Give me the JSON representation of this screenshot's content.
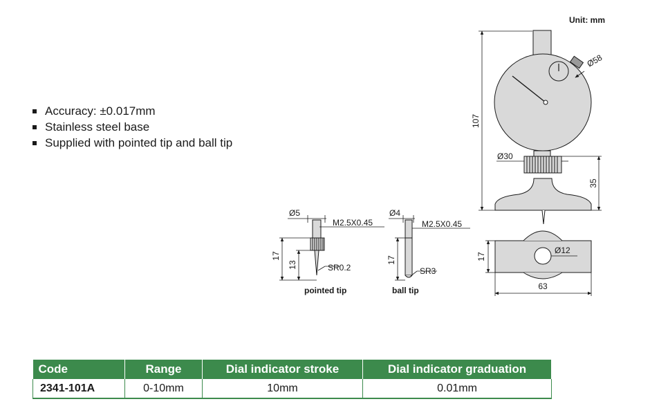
{
  "unit_label": "Unit: mm",
  "features": [
    "Accuracy: ±0.017mm",
    "Stainless steel base",
    "Supplied with pointed tip and ball tip"
  ],
  "drawing": {
    "main": {
      "height_107": "107",
      "dial_dia": "Ø58",
      "stem_dia": "Ø30",
      "base_height": "35",
      "hole_dia": "Ø12",
      "base_thickness": "17",
      "base_width": "63"
    },
    "pointed_tip": {
      "dia": "Ø5",
      "thread": "M2.5X0.45",
      "length_17": "17",
      "length_13": "13",
      "radius": "SR0.2",
      "caption": "pointed tip"
    },
    "ball_tip": {
      "dia": "Ø4",
      "thread": "M2.5X0.45",
      "length_17": "17",
      "radius": "SR3",
      "caption": "ball tip"
    }
  },
  "table": {
    "headers": [
      "Code",
      "Range",
      "Dial indicator stroke",
      "Dial indicator graduation"
    ],
    "rows": [
      [
        "2341-101A",
        "0-10mm",
        "10mm",
        "0.01mm"
      ]
    ]
  },
  "colors": {
    "header_green": "#3c8a4c",
    "drawing_gray": "#d9d9d9"
  }
}
